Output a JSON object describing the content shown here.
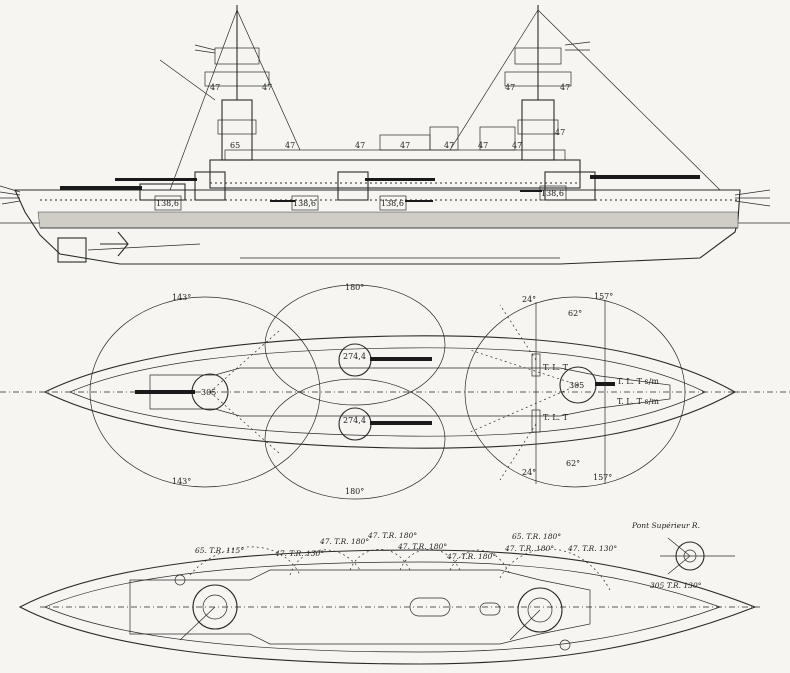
{
  "profile": {
    "labels": {
      "sec1": "47",
      "sec2": "47",
      "sec3": "47",
      "sec4": "47",
      "top_l1": "47",
      "top_l2": "47",
      "top_r1": "47",
      "top_r2": "47",
      "aft1": "47",
      "aft2": "47",
      "aft3": "47",
      "bridge": "65",
      "cas1": "138,6",
      "cas2": "138,6",
      "cas3": "138,6",
      "cas4": "138,6"
    }
  },
  "arcs": {
    "gun_fore": "305",
    "gun_aft": "305",
    "wing_upper": "274,4",
    "wing_lower": "274,4",
    "angles": {
      "fore_top": "143°",
      "fore_bottom": "143°",
      "mid_top": "180°",
      "mid_bottom": "180°",
      "aft_top_left": "24°",
      "aft_top_mid": "62°",
      "aft_top_right": "157°",
      "aft_bot_left": "24°",
      "aft_bot_mid": "62°",
      "aft_bot_right": "157°"
    },
    "torpedo": {
      "tlt_upper": "T. L. T",
      "tlt_lower": "T. L. T",
      "tlt_sm_upper": "T. L. T s/m",
      "tlt_sm_lower": "T. L. T s/m"
    }
  },
  "deck": {
    "heading": "Pont Supérieur R.",
    "arcs_labels": {
      "a1": "65. T.R. 115°",
      "a2": "47. T.R. 130°",
      "a3": "47. T.R. 180°",
      "a4": "47. T.R. 180°",
      "a5": "47. T.R. 180°",
      "a6": "47. T.R. 180°",
      "a7": "47. T.R. 180°",
      "a8": "65. T.R. 180°",
      "a9": "47. T.R. 130°",
      "inset": "305 T.R. 130°"
    }
  }
}
